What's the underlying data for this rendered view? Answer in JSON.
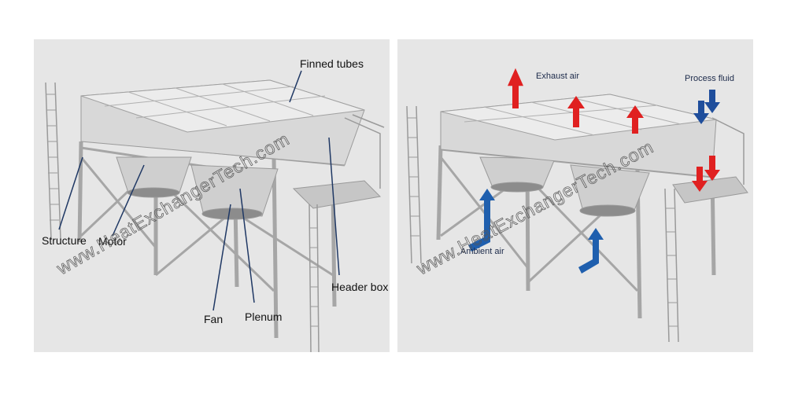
{
  "watermark": "www.HeatExchangerTech.com",
  "left_panel": {
    "labels": {
      "finned_tubes": "Finned tubes",
      "structure": "Structure",
      "motor": "Motor",
      "header_box": "Header box",
      "fan": "Fan",
      "plenum": "Plenum"
    }
  },
  "right_panel": {
    "labels": {
      "exhaust_air": "Exhaust air",
      "process_fluid": "Process fluid",
      "ambient_air": "Ambient air"
    }
  },
  "colors": {
    "panel_bg": "#e6e6e6",
    "leader_line": "#1f3864",
    "exhaust_arrow": "#e02020",
    "process_fluid_arrow": "#1f4e9c",
    "ambient_air_arrow": "#1f5fae",
    "steel": "#b8b8b8"
  }
}
